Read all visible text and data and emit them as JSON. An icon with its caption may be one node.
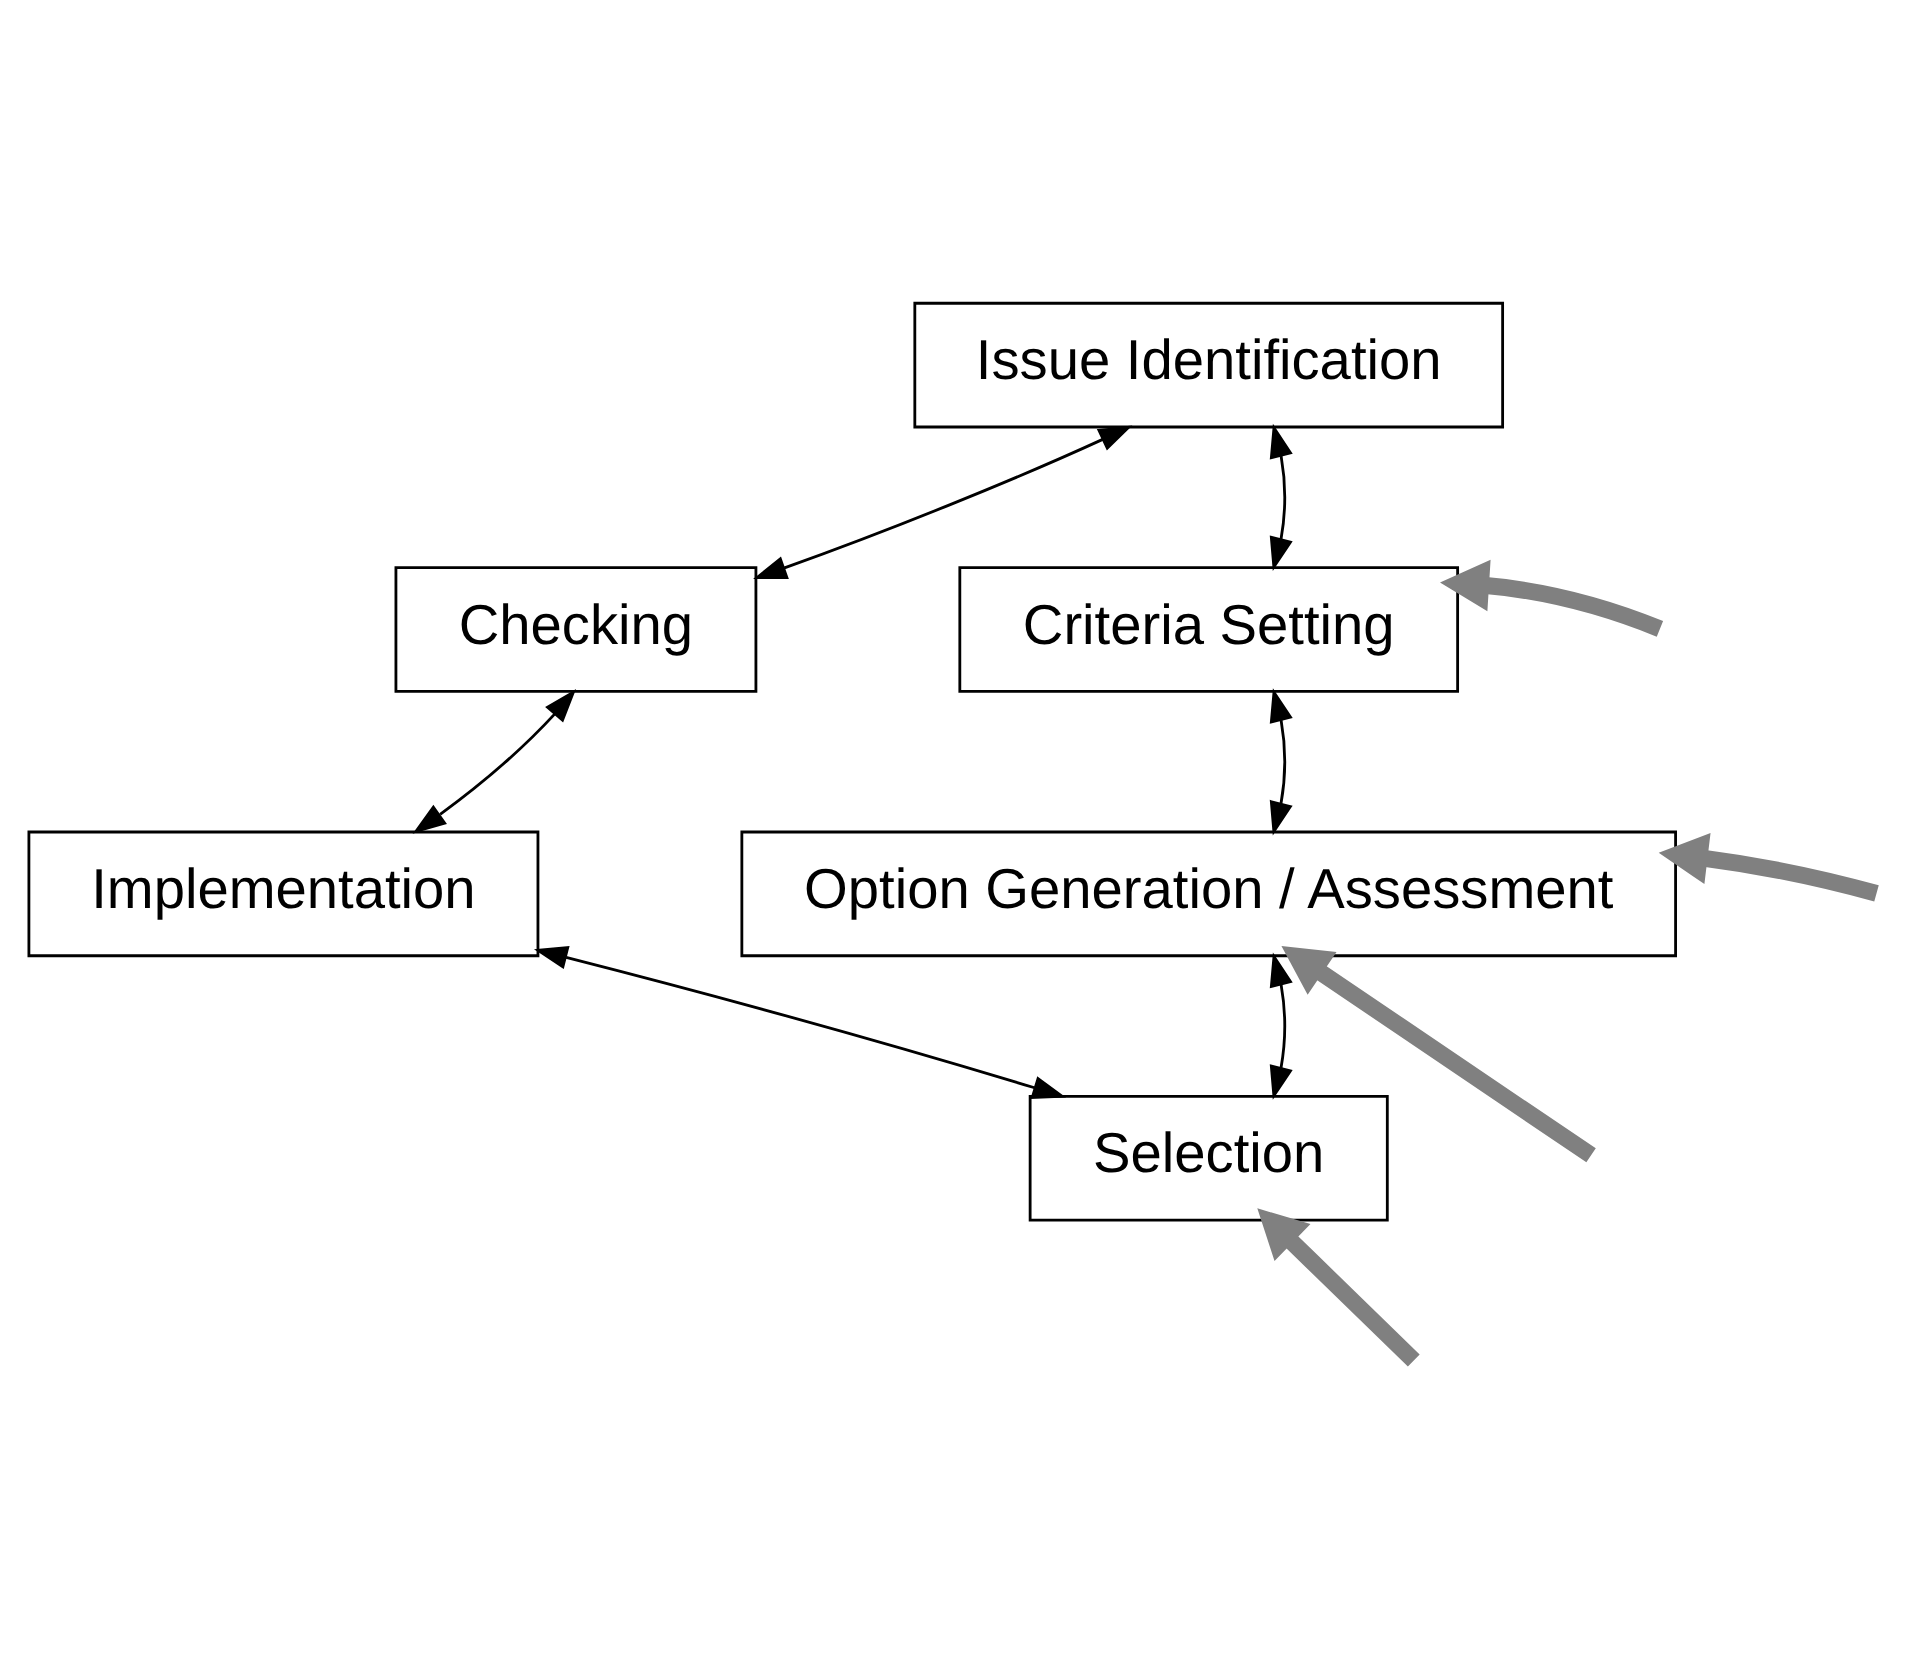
{
  "diagram": {
    "nodes": [
      {
        "text": [
          "Issue Identification"
        ]
      },
      {
        "text": [
          "Criteria Setting"
        ]
      },
      {
        "text": [
          "Option Generation / Assessment"
        ]
      },
      {
        "text": [
          "Selection"
        ]
      },
      {
        "text": [
          "Implementation"
        ]
      },
      {
        "text": [
          "Checking"
        ]
      }
    ],
    "edges": [
      {
        "from": 0,
        "to": 1,
        "arrow": "both"
      },
      {
        "from": 1,
        "to": 2,
        "arrow": "both"
      },
      {
        "from": 2,
        "to": 3,
        "arrow": "both"
      },
      {
        "from": 3,
        "to": 4,
        "arrow": "both"
      },
      {
        "from": 4,
        "to": 5,
        "arrow": "both"
      },
      {
        "from": 5,
        "to": 0,
        "arrow": "both"
      },
      {
        "from": null,
        "to": 1,
        "arrow": "to",
        "style": "thick",
        "color": "#808080"
      },
      {
        "from": null,
        "to": 2,
        "arrow": "to",
        "style": "thick",
        "color": "#808080"
      },
      {
        "from": null,
        "to": 2,
        "arrow": "to",
        "style": "thick",
        "color": "#808080"
      },
      {
        "from": null,
        "to": 3,
        "arrow": "to",
        "style": "thick",
        "color": "#808080"
      }
    ]
  }
}
